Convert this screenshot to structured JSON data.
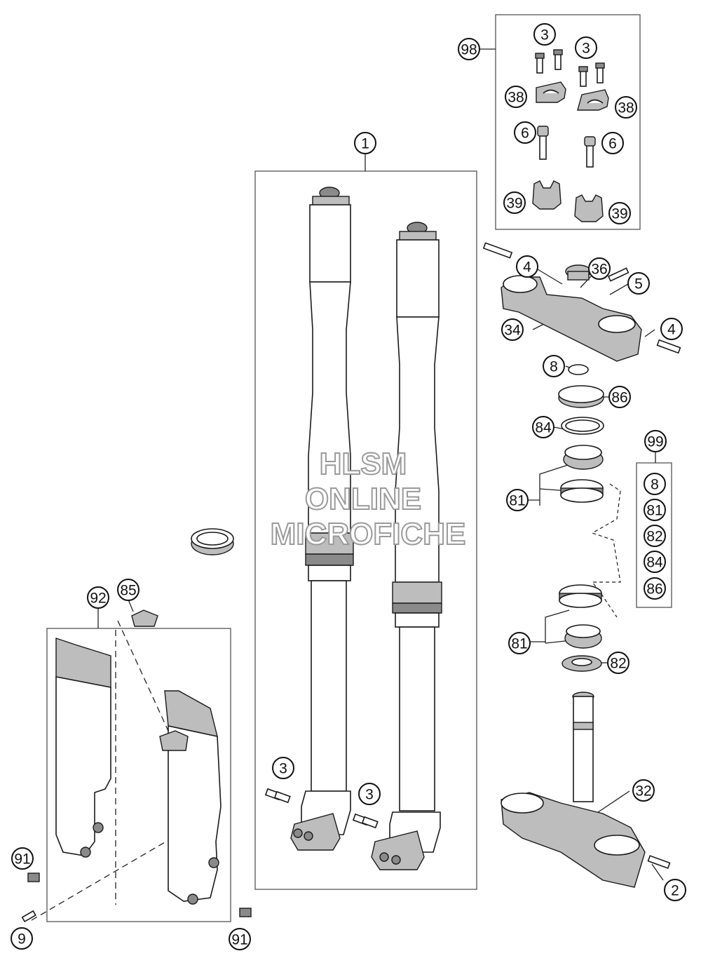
{
  "watermark": [
    "HLSM",
    "ONLINE",
    "MICROFICHE"
  ],
  "callouts": [
    {
      "id": "c-98",
      "label": "98"
    },
    {
      "id": "c-3a",
      "label": "3"
    },
    {
      "id": "c-3b",
      "label": "3"
    },
    {
      "id": "c-38a",
      "label": "38"
    },
    {
      "id": "c-38b",
      "label": "38"
    },
    {
      "id": "c-6a",
      "label": "6"
    },
    {
      "id": "c-6b",
      "label": "6"
    },
    {
      "id": "c-39a",
      "label": "39"
    },
    {
      "id": "c-39b",
      "label": "39"
    },
    {
      "id": "c-1",
      "label": "1"
    },
    {
      "id": "c-4a",
      "label": "4"
    },
    {
      "id": "c-36",
      "label": "36"
    },
    {
      "id": "c-5",
      "label": "5"
    },
    {
      "id": "c-34",
      "label": "34"
    },
    {
      "id": "c-4b",
      "label": "4"
    },
    {
      "id": "c-8a",
      "label": "8"
    },
    {
      "id": "c-86a",
      "label": "86"
    },
    {
      "id": "c-84a",
      "label": "84"
    },
    {
      "id": "c-99",
      "label": "99"
    },
    {
      "id": "c-8b",
      "label": "8"
    },
    {
      "id": "c-81a",
      "label": "81"
    },
    {
      "id": "c-81b",
      "label": "81"
    },
    {
      "id": "c-82a",
      "label": "82"
    },
    {
      "id": "c-84b",
      "label": "84"
    },
    {
      "id": "c-86b",
      "label": "86"
    },
    {
      "id": "c-81c",
      "label": "81"
    },
    {
      "id": "c-82b",
      "label": "82"
    },
    {
      "id": "c-92",
      "label": "92"
    },
    {
      "id": "c-85",
      "label": "85"
    },
    {
      "id": "c-3c",
      "label": "3"
    },
    {
      "id": "c-3d",
      "label": "3"
    },
    {
      "id": "c-32",
      "label": "32"
    },
    {
      "id": "c-91a",
      "label": "91"
    },
    {
      "id": "c-2",
      "label": "2"
    },
    {
      "id": "c-9",
      "label": "9"
    },
    {
      "id": "c-91b",
      "label": "91"
    }
  ]
}
